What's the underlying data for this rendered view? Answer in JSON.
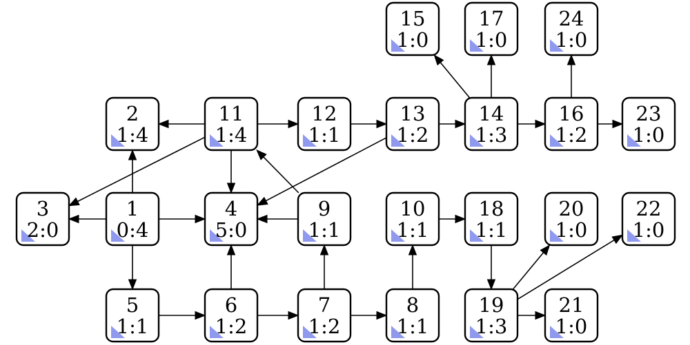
{
  "nodes": [
    {
      "id": "1",
      "id_label": "1",
      "value": "0:4"
    },
    {
      "id": "2",
      "id_label": "2",
      "value": "1:4"
    },
    {
      "id": "3",
      "id_label": "3",
      "value": "2:0"
    },
    {
      "id": "4",
      "id_label": "4",
      "value": "5:0"
    },
    {
      "id": "5",
      "id_label": "5",
      "value": "1:1"
    },
    {
      "id": "6",
      "id_label": "6",
      "value": "1:2"
    },
    {
      "id": "7",
      "id_label": "7",
      "value": "1:2"
    },
    {
      "id": "8",
      "id_label": "8",
      "value": "1:1"
    },
    {
      "id": "9",
      "id_label": "9",
      "value": "1:1"
    },
    {
      "id": "10",
      "id_label": "10",
      "value": "1:1"
    },
    {
      "id": "11",
      "id_label": "11",
      "value": "1:4"
    },
    {
      "id": "12",
      "id_label": "12",
      "value": "1:1"
    },
    {
      "id": "13",
      "id_label": "13",
      "value": "1:2"
    },
    {
      "id": "14",
      "id_label": "14",
      "value": "1:3"
    },
    {
      "id": "15",
      "id_label": "15",
      "value": "1:0"
    },
    {
      "id": "16",
      "id_label": "16",
      "value": "1:2"
    },
    {
      "id": "17",
      "id_label": "17",
      "value": "1:0"
    },
    {
      "id": "18",
      "id_label": "18",
      "value": "1:1"
    },
    {
      "id": "19",
      "id_label": "19",
      "value": "1:3"
    },
    {
      "id": "20",
      "id_label": "20",
      "value": "1:0"
    },
    {
      "id": "21",
      "id_label": "21",
      "value": "1:0"
    },
    {
      "id": "22",
      "id_label": "22",
      "value": "1:0"
    },
    {
      "id": "23",
      "id_label": "23",
      "value": "1:0"
    },
    {
      "id": "24",
      "id_label": "24",
      "value": "1:0"
    }
  ],
  "edges": [
    {
      "from": "1",
      "to": "2"
    },
    {
      "from": "1",
      "to": "3"
    },
    {
      "from": "1",
      "to": "4"
    },
    {
      "from": "1",
      "to": "5"
    },
    {
      "from": "5",
      "to": "6"
    },
    {
      "from": "6",
      "to": "4"
    },
    {
      "from": "6",
      "to": "7"
    },
    {
      "from": "7",
      "to": "9"
    },
    {
      "from": "7",
      "to": "8"
    },
    {
      "from": "8",
      "to": "10"
    },
    {
      "from": "9",
      "to": "4"
    },
    {
      "from": "9",
      "to": "11"
    },
    {
      "from": "11",
      "to": "2"
    },
    {
      "from": "11",
      "to": "3"
    },
    {
      "from": "11",
      "to": "4"
    },
    {
      "from": "11",
      "to": "12"
    },
    {
      "from": "12",
      "to": "13"
    },
    {
      "from": "13",
      "to": "4"
    },
    {
      "from": "13",
      "to": "14"
    },
    {
      "from": "14",
      "to": "15"
    },
    {
      "from": "14",
      "to": "17"
    },
    {
      "from": "14",
      "to": "16"
    },
    {
      "from": "16",
      "to": "24"
    },
    {
      "from": "16",
      "to": "23"
    },
    {
      "from": "10",
      "to": "18"
    },
    {
      "from": "18",
      "to": "19"
    },
    {
      "from": "19",
      "to": "20"
    },
    {
      "from": "19",
      "to": "22"
    },
    {
      "from": "19",
      "to": "21"
    }
  ],
  "colors": {
    "node_border": "#000000",
    "node_fill": "#ffffff",
    "corner_marker": "#8f99ee",
    "edge": "#000000"
  }
}
